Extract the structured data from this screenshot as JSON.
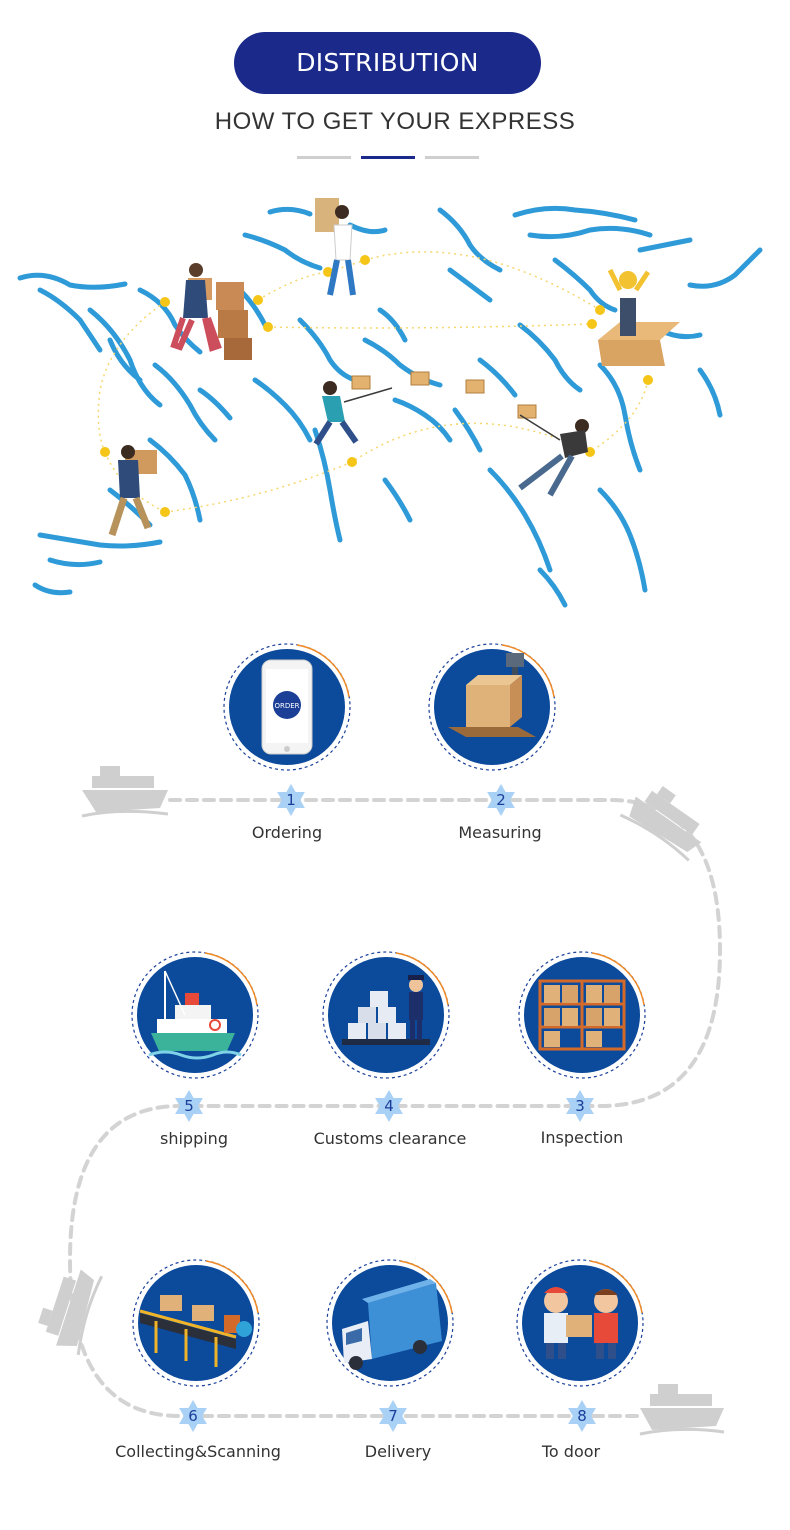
{
  "header": {
    "title": "DISTRIBUTION PROCESS",
    "subtitle": "HOW TO GET YOUR EXPRESS"
  },
  "colors": {
    "navy": "#1b2a8a",
    "circle_blue": "#0c4a9c",
    "map_blue": "#2f9ad8",
    "route_yellow": "#f5c518",
    "path_gray": "#d3d3d3",
    "star_blue": "#a9d0f5",
    "accent_orange": "#f08a24"
  },
  "order_badge": "ORDER",
  "steps": [
    {
      "num": "1",
      "label": "Ordering",
      "icon": "phone-order-icon"
    },
    {
      "num": "2",
      "label": "Measuring",
      "icon": "weighing-scale-icon"
    },
    {
      "num": "3",
      "label": "Inspection",
      "icon": "warehouse-shelves-icon"
    },
    {
      "num": "4",
      "label": "Customs clearance",
      "icon": "customs-officer-icon"
    },
    {
      "num": "5",
      "label": "shipping",
      "icon": "cargo-ship-icon"
    },
    {
      "num": "6",
      "label": "Collecting&Scanning",
      "icon": "conveyor-belt-icon"
    },
    {
      "num": "7",
      "label": "Delivery",
      "icon": "delivery-truck-icon"
    },
    {
      "num": "8",
      "label": "To door",
      "icon": "package-handover-icon"
    }
  ]
}
